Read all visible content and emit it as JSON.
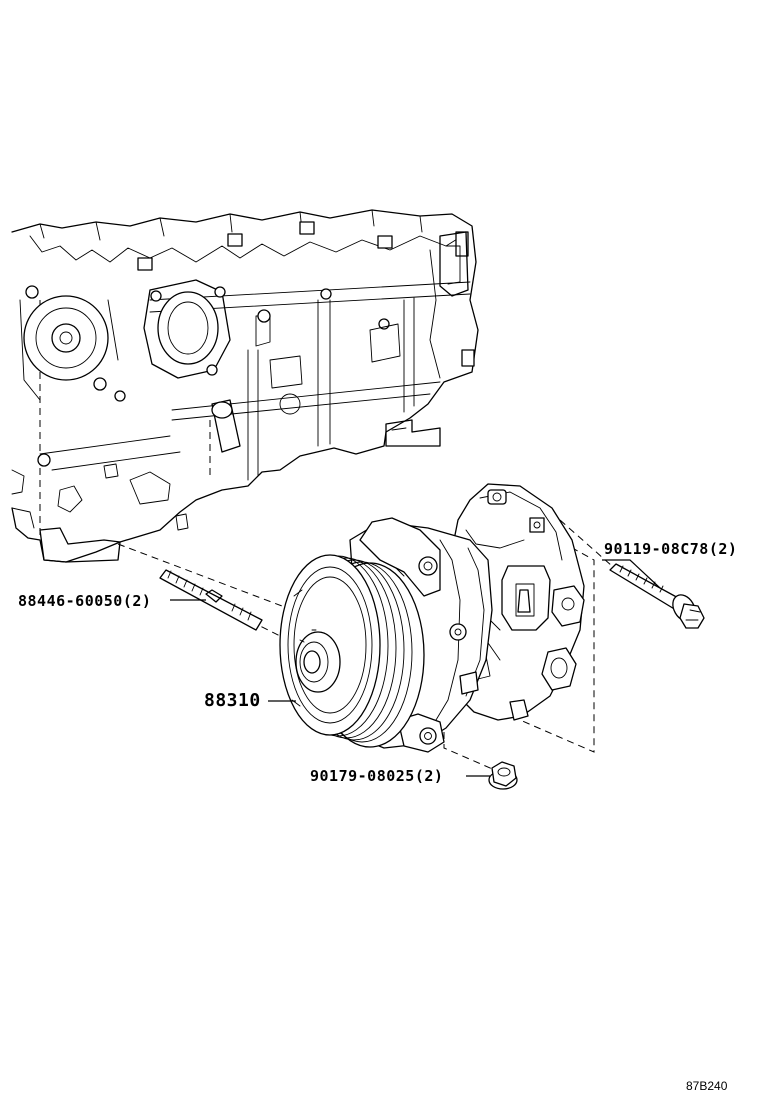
{
  "parts": [
    {
      "part_no": "90119-08C78",
      "qty": "(2)"
    },
    {
      "part_no": "88446-60050",
      "qty": "(2)"
    },
    {
      "part_no": "88310",
      "qty": ""
    },
    {
      "part_no": "90179-08025",
      "qty": "(2)"
    }
  ],
  "figure_code": "87B240"
}
